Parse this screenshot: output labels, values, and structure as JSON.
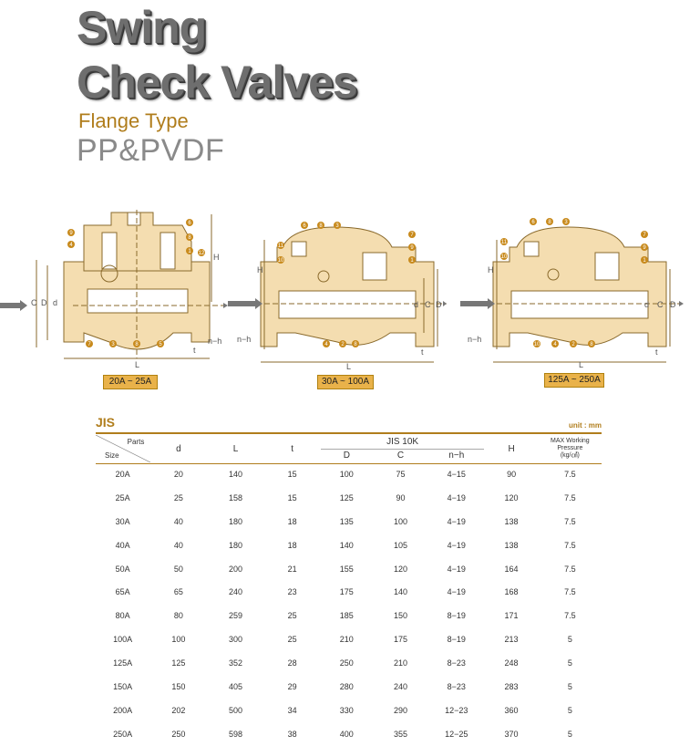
{
  "header": {
    "title_line1": "Swing",
    "title_line2": "Check Valves",
    "subtitle": "Flange Type",
    "material": "PP&PVDF"
  },
  "diagrams": [
    {
      "caption": "20A ~ 25A"
    },
    {
      "caption": "30A ~ 100A"
    },
    {
      "caption": "125A ~ 250A"
    }
  ],
  "dimension_labels": {
    "C": "C",
    "D": "D",
    "d": "d",
    "H": "H",
    "L": "L",
    "t": "t",
    "nh": "n−h"
  },
  "part_numbers": {
    "d1": [
      "1",
      "2",
      "3",
      "4",
      "5",
      "6",
      "7",
      "8",
      "9",
      "12"
    ],
    "d2": [
      "1",
      "2",
      "3",
      "4",
      "5",
      "6",
      "7",
      "8",
      "9",
      "10",
      "11"
    ],
    "d3": [
      "1",
      "2",
      "3",
      "4",
      "5",
      "6",
      "7",
      "8",
      "9",
      "10",
      "11"
    ]
  },
  "table": {
    "section_title": "JIS",
    "unit": "unit : mm",
    "header": {
      "parts": "Parts",
      "size": "Size",
      "d": "d",
      "L": "L",
      "t": "t",
      "jis_group": "JIS 10K",
      "D": "D",
      "C": "C",
      "nh": "n−h",
      "H": "H",
      "mwp_line1": "MAX Working",
      "mwp_line2": "Pressure",
      "mwp_line3": "(kg/㎠)"
    },
    "rows": [
      [
        "20A",
        "20",
        "140",
        "15",
        "100",
        "75",
        "4−15",
        "90",
        "7.5"
      ],
      [
        "25A",
        "25",
        "158",
        "15",
        "125",
        "90",
        "4−19",
        "120",
        "7.5"
      ],
      [
        "30A",
        "40",
        "180",
        "18",
        "135",
        "100",
        "4−19",
        "138",
        "7.5"
      ],
      [
        "40A",
        "40",
        "180",
        "18",
        "140",
        "105",
        "4−19",
        "138",
        "7.5"
      ],
      [
        "50A",
        "50",
        "200",
        "21",
        "155",
        "120",
        "4−19",
        "164",
        "7.5"
      ],
      [
        "65A",
        "65",
        "240",
        "23",
        "175",
        "140",
        "4−19",
        "168",
        "7.5"
      ],
      [
        "80A",
        "80",
        "259",
        "25",
        "185",
        "150",
        "8−19",
        "171",
        "7.5"
      ],
      [
        "100A",
        "100",
        "300",
        "25",
        "210",
        "175",
        "8−19",
        "213",
        "5"
      ],
      [
        "125A",
        "125",
        "352",
        "28",
        "250",
        "210",
        "8−23",
        "248",
        "5"
      ],
      [
        "150A",
        "150",
        "405",
        "29",
        "280",
        "240",
        "8−23",
        "283",
        "5"
      ],
      [
        "200A",
        "202",
        "500",
        "34",
        "330",
        "290",
        "12−23",
        "360",
        "5"
      ],
      [
        "250A",
        "250",
        "598",
        "38",
        "400",
        "355",
        "12−25",
        "370",
        "5"
      ]
    ]
  },
  "colors": {
    "body_fill": "#f4ddb0",
    "outline": "#8a6a2c",
    "accent": "#b07d1c",
    "callout": "#c88a1c"
  }
}
